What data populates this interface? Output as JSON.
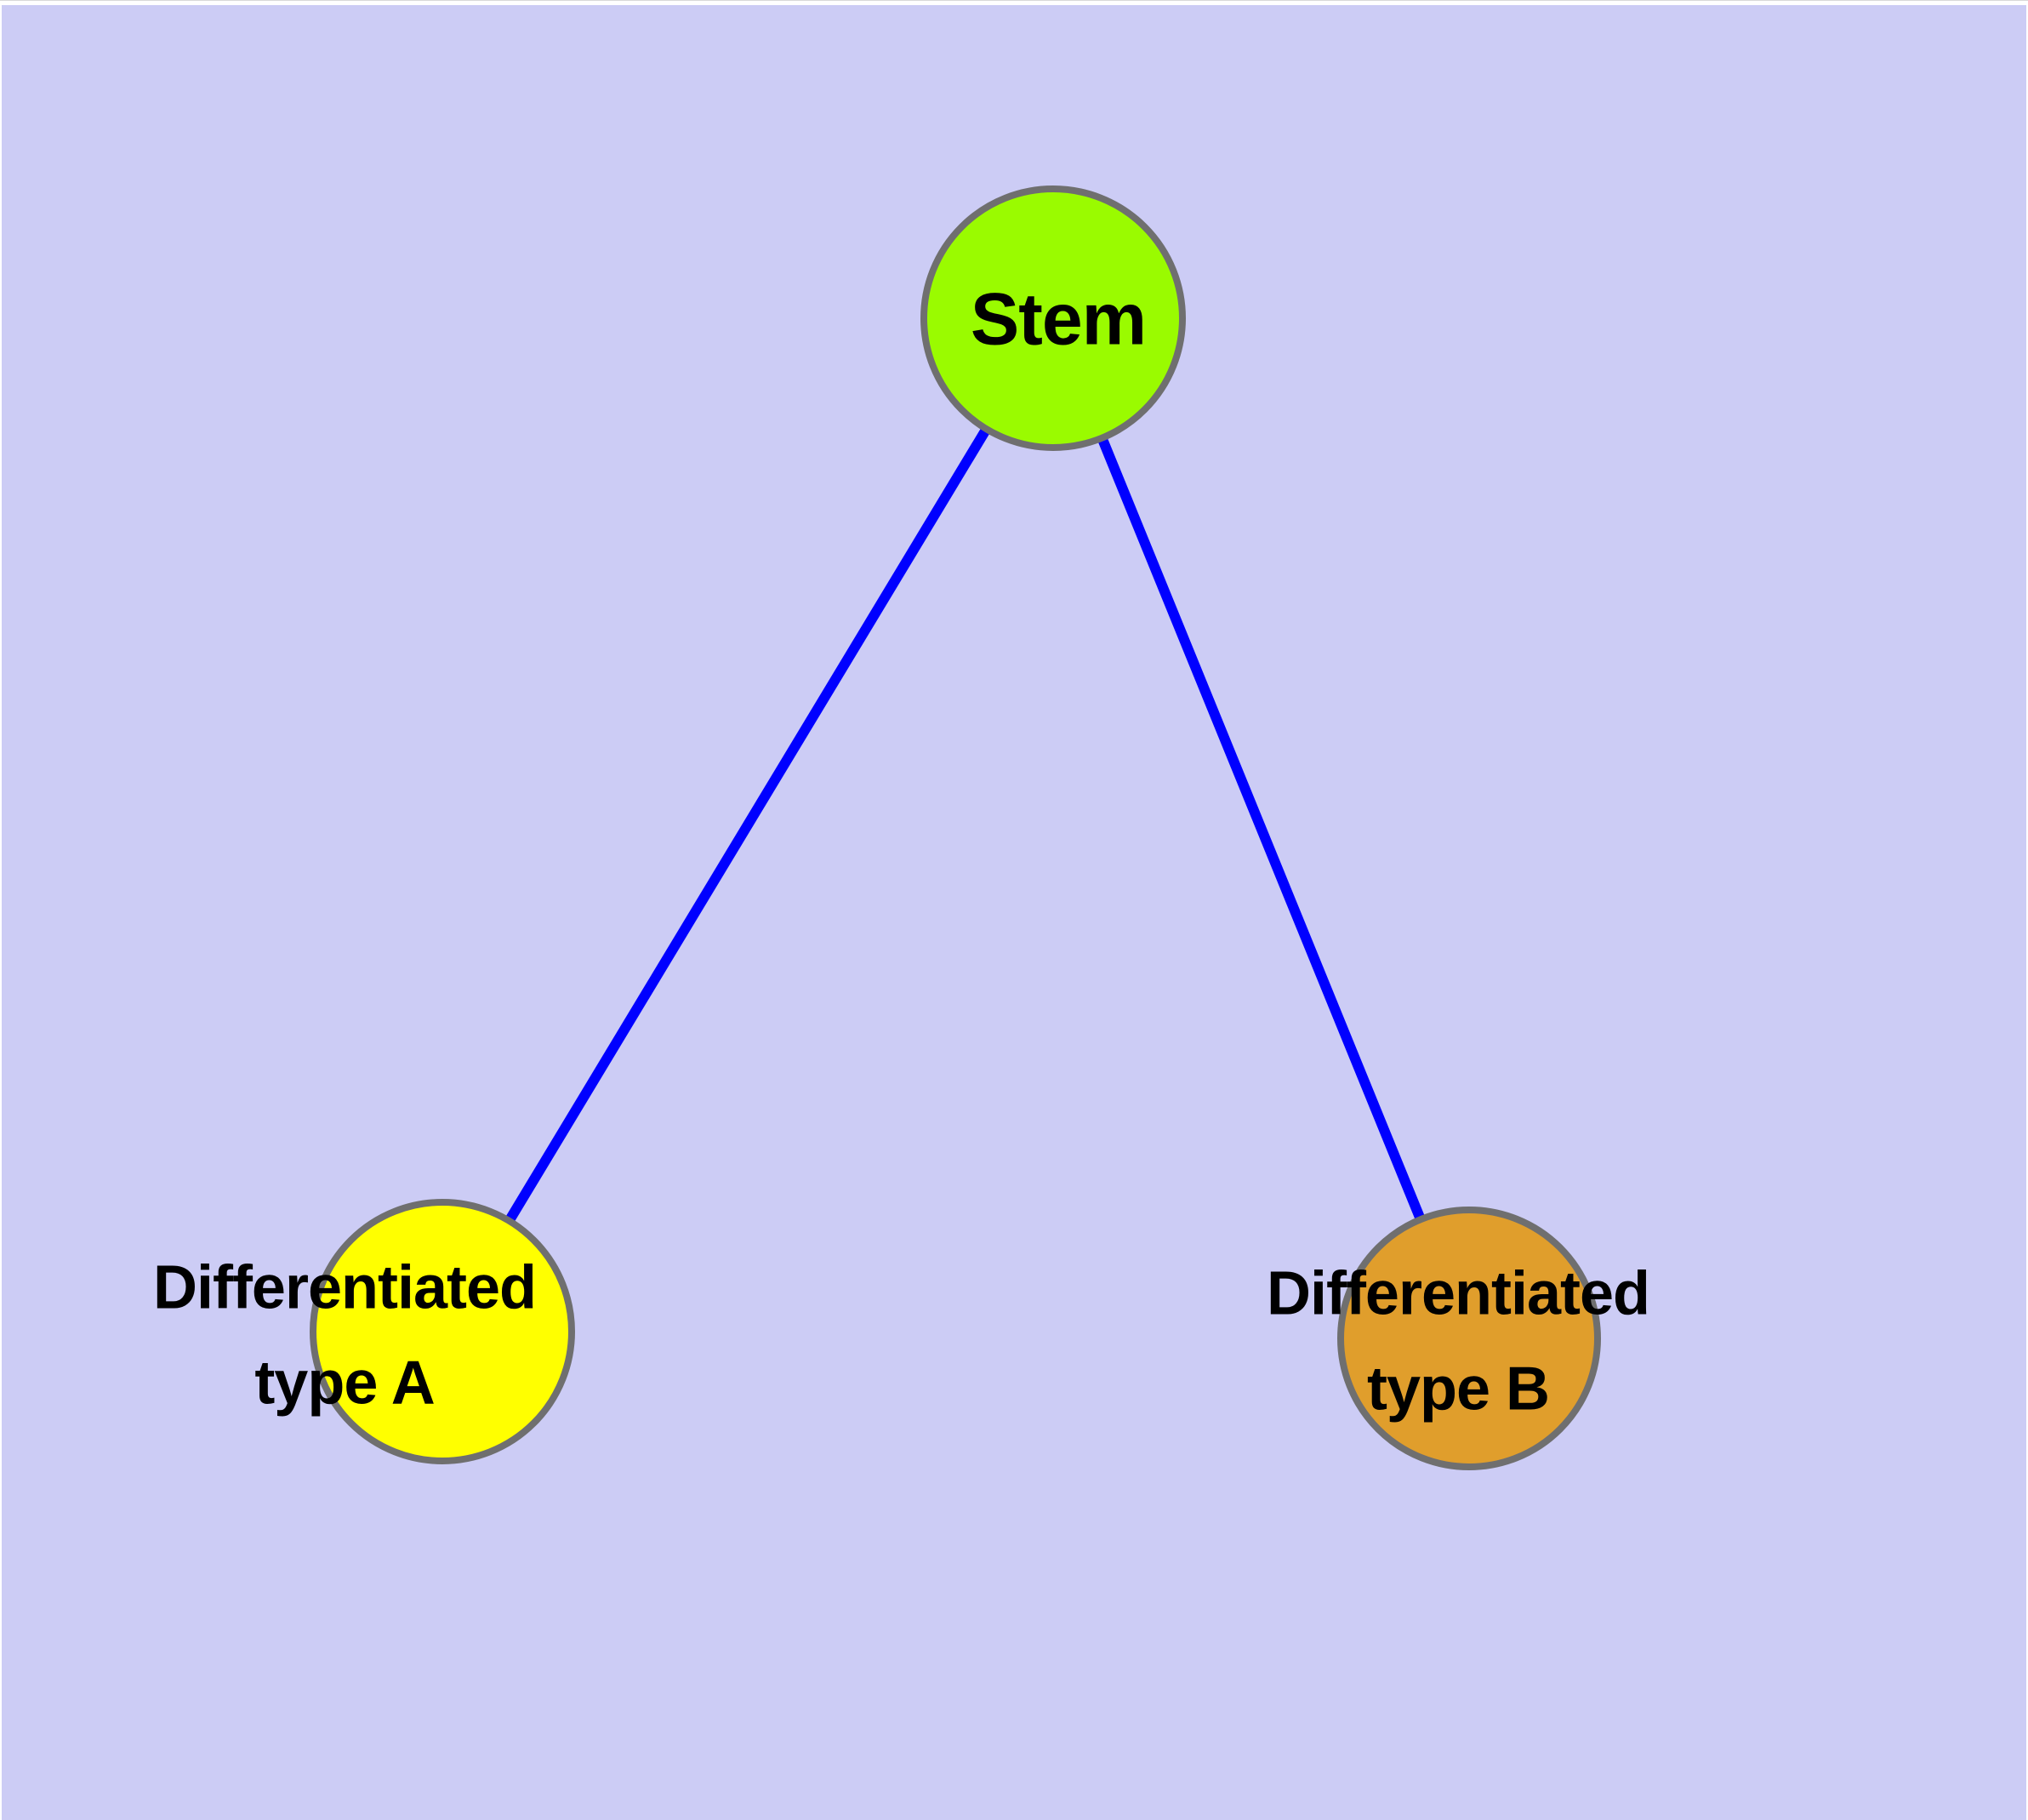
{
  "diagram": {
    "type": "node-link-graph",
    "background_color": "#CCCCF5",
    "edge_color": "#0000FF",
    "node_border_color": "#6F6F6F",
    "label_color": "#000000",
    "nodes": [
      {
        "id": "stem",
        "label": "Stem",
        "color": "#9AFB00"
      },
      {
        "id": "differentiated-type-a",
        "label": "Differentiated\ntype A",
        "color": "#FFFF00"
      },
      {
        "id": "differentiated-type-b",
        "label": "Differentiated\ntype B",
        "color": "#E09E2C"
      }
    ],
    "edges": [
      {
        "from": "Stem",
        "to": "Differentiated type A"
      },
      {
        "from": "Stem",
        "to": "Differentiated type B"
      }
    ]
  }
}
